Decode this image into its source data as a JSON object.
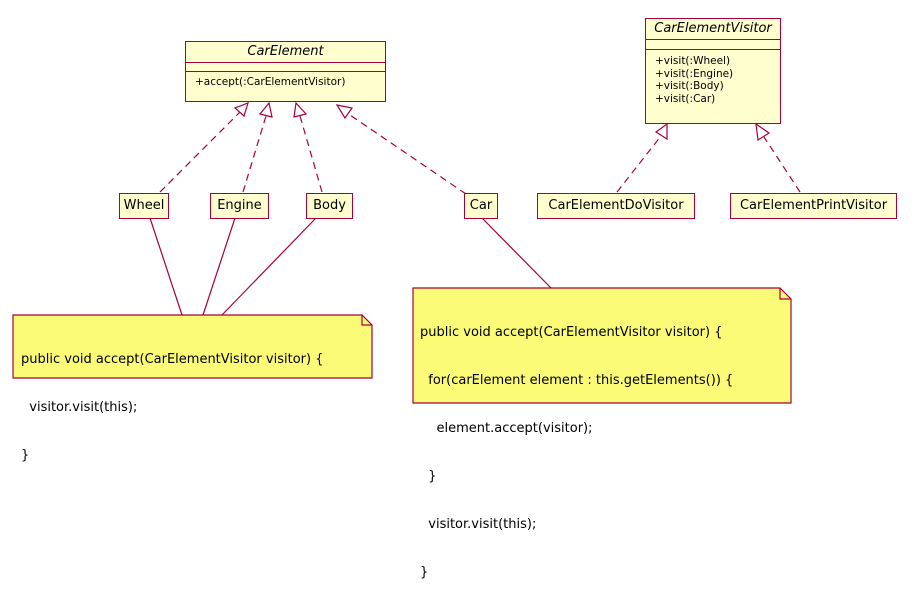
{
  "colors": {
    "border": "#a80036",
    "fill": "#fefece",
    "note_fill": "#fbfb77"
  },
  "car_element": {
    "name": "CarElement",
    "operations": [
      "+accept(:CarElementVisitor)"
    ]
  },
  "car_element_visitor": {
    "name": "CarElementVisitor",
    "operations": [
      "+visit(:Wheel)",
      "+visit(:Engine)",
      "+visit(:Body)",
      "+visit(:Car)"
    ]
  },
  "classes": {
    "wheel": "Wheel",
    "engine": "Engine",
    "body": "Body",
    "car": "Car",
    "do_visitor": "CarElementDoVisitor",
    "print_visitor": "CarElementPrintVisitor"
  },
  "notes": {
    "simple": [
      "public void accept(CarElementVisitor visitor) {",
      "  visitor.visit(this);",
      "}"
    ],
    "car": [
      "public void accept(CarElementVisitor visitor) {",
      "  for(carElement element : this.getElements()) {",
      "    element.accept(visitor);",
      "  }",
      "  visitor.visit(this);",
      "}"
    ]
  }
}
